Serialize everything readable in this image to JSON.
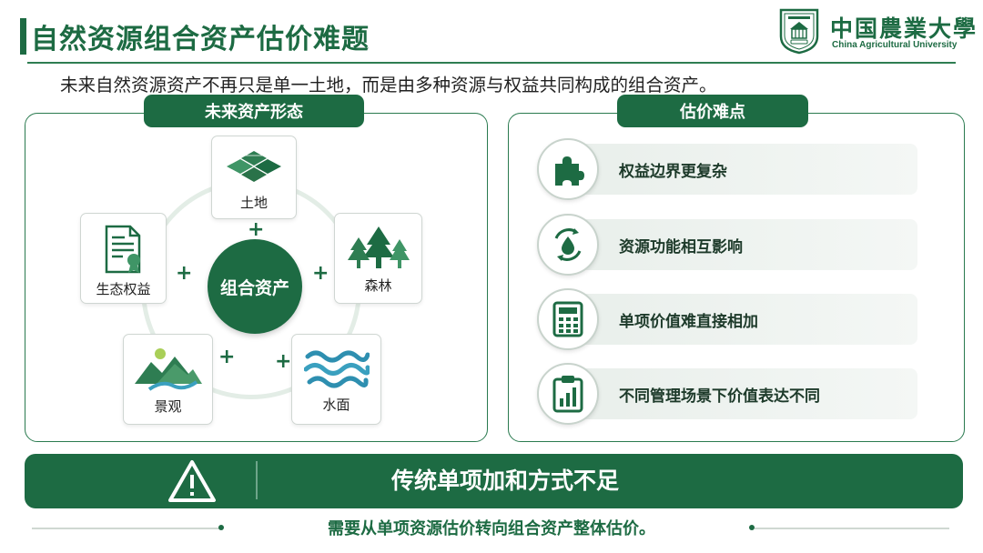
{
  "header": {
    "title": "自然资源组合资产估价难题",
    "logo_cn": "中国農業大學",
    "logo_en": "China Agricultural University"
  },
  "subtitle": "未来自然资源资产不再只是单一土地，而是由多种资源与权益共同构成的组合资产。",
  "left_panel": {
    "title": "未来资产形态",
    "center": "组合资产",
    "nodes": {
      "land": "土地",
      "forest": "森林",
      "water": "水面",
      "landscape": "景观",
      "eco": "生态权益"
    },
    "plus": "+"
  },
  "right_panel": {
    "title": "估价难点",
    "items": [
      {
        "label": "权益边界更复杂",
        "icon": "puzzle-icon"
      },
      {
        "label": "资源功能相互影响",
        "icon": "cycle-drop-icon"
      },
      {
        "label": "单项价值难直接相加",
        "icon": "calculator-icon"
      },
      {
        "label": "不同管理场景下价值表达不同",
        "icon": "clipboard-chart-icon"
      }
    ]
  },
  "banner": {
    "text": "传统单项加和方式不足",
    "icon": "warning-icon"
  },
  "footer": "需要从单项资源估价转向组合资产整体估价。",
  "colors": {
    "primary": "#1d6b43",
    "light_bar": "#eef3f0",
    "water": "#2e8fb0"
  }
}
